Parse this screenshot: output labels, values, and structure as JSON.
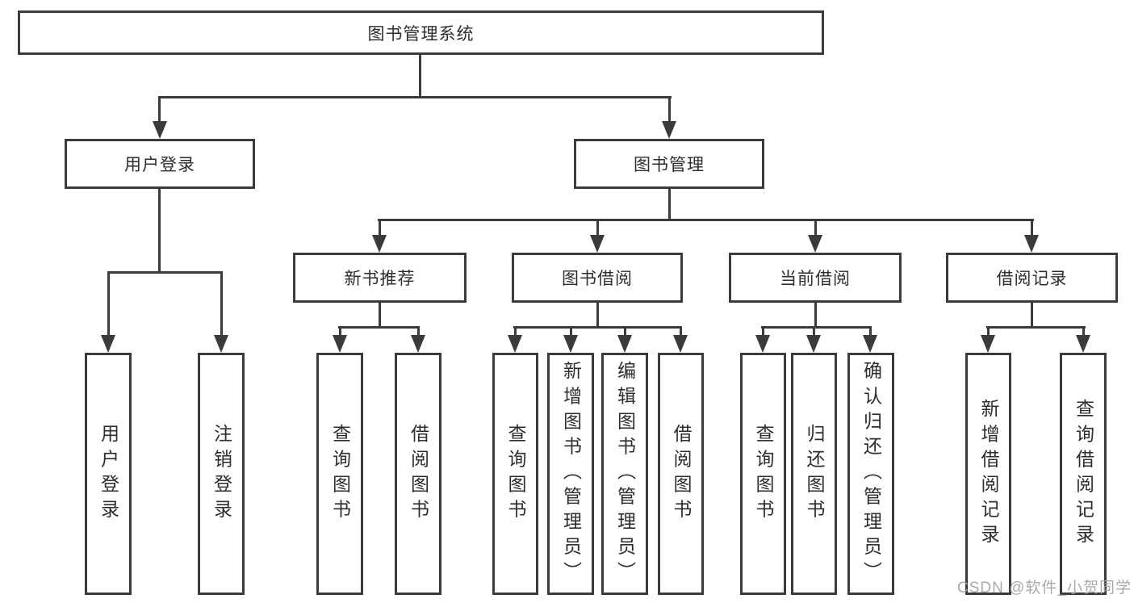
{
  "diagram": {
    "root": {
      "label": "图书管理系统"
    },
    "user_login": {
      "label": "用户登录",
      "children": [
        "用户登录",
        "注销登录"
      ]
    },
    "book_management": {
      "label": "图书管理"
    },
    "new_book_recommend": {
      "label": "新书推荐",
      "children": [
        "查询图书",
        "借阅图书"
      ]
    },
    "book_borrowing": {
      "label": "图书借阅",
      "children": [
        "查询图书",
        "新增图书（管理员）",
        "编辑图书（管理员）",
        "借阅图书"
      ]
    },
    "current_borrowing": {
      "label": "当前借阅",
      "children": [
        "查询图书",
        "归还图书",
        "确认归还（管理员）"
      ]
    },
    "borrowing_records": {
      "label": "借阅记录",
      "children": [
        "新增借阅记录",
        "查询借阅记录"
      ]
    }
  },
  "watermark": "CSDN @软件_小贺同学",
  "colors": {
    "line": "#3b3b3b",
    "text": "#2d2d2d",
    "background": "#ffffff",
    "watermark": "#a0a0a0"
  }
}
